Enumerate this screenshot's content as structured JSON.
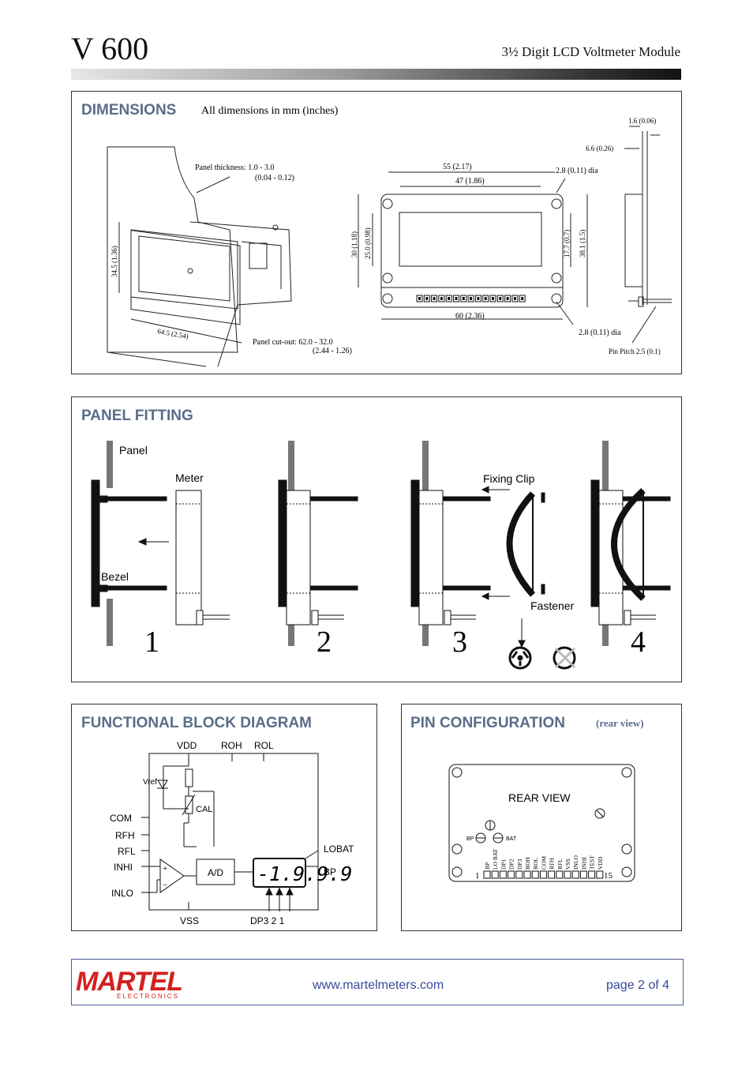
{
  "header": {
    "title": "V 600",
    "subtitle": "3½ Digit LCD Voltmeter Module"
  },
  "dimensions": {
    "heading": "DIMENSIONS",
    "note": "All dimensions in mm (inches)",
    "panel_thickness": "Panel  thickness:   1.0  -  3.0",
    "panel_thickness_in": "(0.04  -  0.12)",
    "height_outer": "34.5  (1.36)",
    "width_outer": "64.5  (2.54)",
    "panel_cutout": "Panel  cut-out:   62.0  -  32.0",
    "panel_cutout_in": "(2.44  -  1.26)",
    "w55": "55 (2.17)",
    "w47": "47 (1.86)",
    "dia_top": "2.8 (0.11) dia",
    "h30": "30 (1.18)",
    "h25": "25.0 (0.98)",
    "h17": "17.7 (0.7)",
    "h38": "38.1 (1.5)",
    "w60": "60 (2.36)",
    "dia_bottom": "2.8 (0.11) dia",
    "t16": "1.6 (0.06)",
    "t66": "6.6 (0.26)",
    "pin_pitch": "Pin Pitch 2.5 (0.1)"
  },
  "fitting": {
    "heading": "PANEL FITTING",
    "panel": "Panel",
    "meter": "Meter",
    "bezel": "Bezel",
    "clip": "Fixing Clip",
    "fastener": "Fastener",
    "steps": [
      "1",
      "2",
      "3",
      "4"
    ]
  },
  "block": {
    "heading": "FUNCTIONAL BLOCK DIAGRAM",
    "vdd": "VDD",
    "roh": "ROH",
    "rol": "ROL",
    "vref": "Vref",
    "cal": "CAL",
    "com": "COM",
    "rfh": "RFH",
    "rfl": "RFL",
    "inhi": "INHI",
    "inlo": "INLO",
    "ad": "A/D",
    "lobat": "LOBAT",
    "bp": "BP",
    "vss": "VSS",
    "dp": "DP3   2   1",
    "display": "-1.9.9.9",
    "plus": "+",
    "minus": "−"
  },
  "pins": {
    "heading": "PIN CONFIGURATION",
    "heading_sub": "(rear view)",
    "rear_view": "REAR VIEW",
    "bp": "BP",
    "bat": "BAT",
    "first": "1",
    "last": "15",
    "labels": [
      "BP",
      "LO BAT",
      "DP1",
      "DP2",
      "DP3",
      "ROH",
      "ROL",
      "COM",
      "RFH",
      "RFL",
      "VSS",
      "INLO",
      "INHI",
      "TEST",
      "VDD"
    ]
  },
  "footer": {
    "brand": "MARTEL",
    "brand_sub": "ELECTRONICS",
    "url": "www.martelmeters.com",
    "page": "page 2 of 4"
  },
  "colors": {
    "heading": "#5a6d8a",
    "brand_red": "#d42020",
    "footer_text": "#3a4a9a"
  }
}
